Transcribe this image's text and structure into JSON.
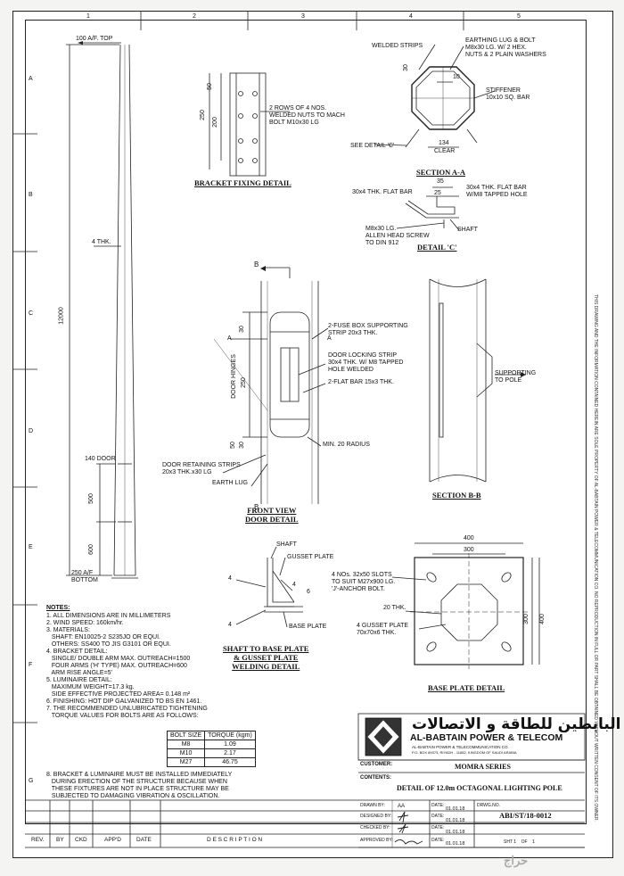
{
  "grid": {
    "columns": [
      "1",
      "2",
      "3",
      "4",
      "5"
    ],
    "rows": [
      "A",
      "B",
      "C",
      "D",
      "E",
      "F",
      "G"
    ]
  },
  "pole": {
    "top_label": "100 A/F. TOP",
    "thickness": "4 THK.",
    "height": "12000",
    "door_label": "140 DOOR",
    "dim_500": "500",
    "dim_600": "600",
    "bottom_label": "250 A/F\nBOTTOM"
  },
  "bracket_fixing": {
    "title": "BRACKET FIXING DETAIL",
    "dim_250": "250",
    "dim_50": "50",
    "dim_200": "200",
    "note": "2 ROWS OF 4 NOS.\nWELDED NUTS TO MACH\nBOLT M10x30 LG"
  },
  "section_aa": {
    "title": "SECTION A-A",
    "welded_strips": "WELDED STRIPS",
    "earthing": "EARTHING LUG & BOLT\nM8x30 LG. W/ 2 HEX.\nNUTS & 2 PLAIN WASHERS",
    "dim_30": "30",
    "dim_10": "10",
    "stiffener": "STIFFENER\n10x10 SQ. BAR",
    "see_detail": "SEE DETAIL 'C'",
    "dim_134": "134",
    "clear": "CLEAR"
  },
  "detail_c": {
    "title": "DETAIL 'C'",
    "dim_35": "35",
    "flat_bar_right": "30x4 THK. FLAT BAR\nW/M8 TAPPED HOLE",
    "flat_bar_left": "30x4 THK. FLAT BAR",
    "dim_25": "25",
    "shaft": "SHAFT",
    "screw": "M8x30 LG.\nALLEN HEAD SCREW\nTO DIN 912"
  },
  "front_view": {
    "title": "FRONT VIEW\nDOOR DETAIL",
    "b_label": "B",
    "a_label": "A",
    "fuse_strip": "2-FUSE BOX SUPPORTING\nSTRIP 20x3 THK.",
    "locking_strip": "DOOR LOCKING STRIP\n30x4 THK. W/ M8 TAPPED\nHOLE WELDED",
    "flat_bar": "2-FLAT BAR 15x3 THK.",
    "hinges": "DOOR HINGES",
    "dim_30": "30",
    "dim_250": "250",
    "dim_50": "50",
    "radius": "MIN. 20 RADIUS",
    "retaining": "DOOR RETAINING STRIPS\n20x3 THK.x30 LG",
    "earth_lug": "EARTH LUG"
  },
  "section_bb": {
    "title": "SECTION B-B",
    "supporting": "SUPPORTING\nTO POLE"
  },
  "shaft_base": {
    "title": "SHAFT TO BASE PLATE\n& GUSSET PLATE\nWELDING DETAIL",
    "shaft": "SHAFT",
    "gusset": "GUSSET PLATE",
    "base_plate": "BASE PLATE",
    "w1": "4",
    "w2": "4",
    "w3": "6",
    "w4": "4"
  },
  "base_plate": {
    "title": "BASE PLATE DETAIL",
    "dim_400_top": "400",
    "dim_300_top": "300",
    "slots": "4 NOs. 32x50 SLOTS\nTO SUIT M27x900 LG.\n'J'-ANCHOR BOLT.",
    "thk": "20 THK.",
    "gusset": "4 GUSSET PLATE\n70x70x6 THK.",
    "dim_300_side": "300",
    "dim_400_side": "400"
  },
  "notes": {
    "heading": "NOTES:",
    "lines": [
      "1. ALL DIMENSIONS ARE IN MILLIMETERS",
      "2. WIND SPEED: 160km/hr.",
      "3. MATERIALS:",
      "   SHAFT: EN10025-2 S235JO OR EQUI.",
      "   OTHERS: SS400 TO JIS G3101 OR EQUI.",
      "4. BRACKET DETAIL:",
      "   SINGLE/ DOUBLE ARM MAX. OUTREACH=1500",
      "   FOUR ARMS ('H' TYPE) MAX. OUTREACH=600",
      "   ARM RISE ANGLE=5'",
      "5. LUMINAIRE DETAIL:",
      "   MAXIMUM WEIGHT=17.3 kg.",
      "   SIDE EFFECTIVE PROJECTED AREA= 0.148 m²",
      "6. FINISHING: HOT DIP GALVANIZED TO BS EN 1461.",
      "7. THE RECOMMENDED UNLUBRICATED TIGHTENING",
      "   TORQUE VALUES FOR BOLTS ARE AS FOLLOWS:"
    ],
    "note8": [
      "8. BRACKET & LUMINAIRE MUST BE INSTALLED IMMEDIATELY",
      "   DURING ERECTION OF THE STRUCTURE BECAUSE WHEN",
      "   THESE FIXTURES ARE NOT IN PLACE STRUCTURE MAY BE",
      "   SUBJECTED TO DAMAGING VIBRATION & OSCILLATION."
    ]
  },
  "bolt_table": {
    "headers": [
      "BOLT SIZE",
      "TORQUE (kgm)"
    ],
    "rows": [
      [
        "M8",
        "1.09"
      ],
      [
        "M10",
        "2.17"
      ],
      [
        "M27",
        "46.75"
      ]
    ]
  },
  "company": {
    "arabic": "البابطين للطاقة و الاتصالات",
    "name": "AL-BABTAIN POWER & TELECOM",
    "sub": "AL-BABTAIN POWER & TELECOMMUNICATION CO.",
    "address": "P.O. BOX 89373, RIYADH - 11682, KINGDOM OF SAUDI ARABIA"
  },
  "title_block": {
    "customer_label": "CUSTOMER:",
    "customer": "MOMRA SERIES",
    "contents_label": "CONTENTS:",
    "contents": "DETAIL OF 12.0m OCTAGONAL LIGHTING POLE",
    "drawn_by_label": "DRAWN BY:",
    "drawn_by": "AA",
    "designed_by_label": "DESIGNED BY:",
    "checked_by_label": "CHECKED BY:",
    "approved_by_label": "APPROVED BY:",
    "date_label": "DATE:",
    "date": "01.01.18",
    "drwg_label": "DRWG.NO.",
    "drwg_no": "ABI/ST/18-0012",
    "sheet": "SHT 1    OF    1"
  },
  "revision": {
    "rev": "REV.",
    "by": "BY",
    "ckd": "CKD",
    "appd": "APP'D",
    "date": "DATE",
    "description": "D E S C R I P T I O N"
  },
  "side_note": "THIS DRAWING AND THE INFORMATION CONTAINED HEREIN ARE SOLE PROPERTY OF AL-BABTAIN POWER & TELECOMMUNICATION CO. NO REPRODUCTION IN FULL OR PART SHALL BE OBTAINED WITHOUT WRITTEN CONSENT OF ITS OWNER.",
  "watermark": "حراج"
}
